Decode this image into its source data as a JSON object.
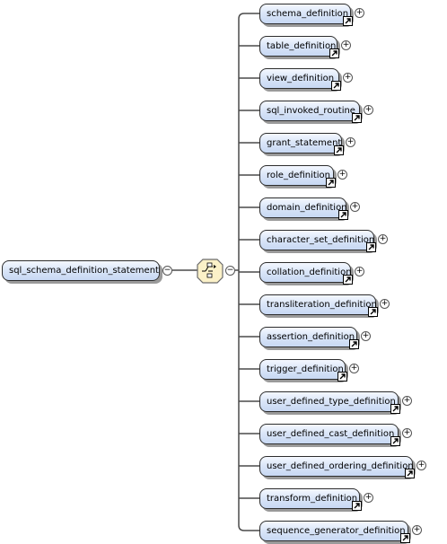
{
  "root": {
    "label": "sql_schema_definition_statement",
    "toggle": "−"
  },
  "compositor": {
    "type": "choice",
    "toggle": "−"
  },
  "children": [
    {
      "label": "schema_definition",
      "toggle": "+"
    },
    {
      "label": "table_definition",
      "toggle": "+"
    },
    {
      "label": "view_definition",
      "toggle": "+"
    },
    {
      "label": "sql_invoked_routine",
      "toggle": "+"
    },
    {
      "label": "grant_statement",
      "toggle": "+"
    },
    {
      "label": "role_definition",
      "toggle": "+"
    },
    {
      "label": "domain_definition",
      "toggle": "+"
    },
    {
      "label": "character_set_definition",
      "toggle": "+"
    },
    {
      "label": "collation_definition",
      "toggle": "+"
    },
    {
      "label": "transliteration_definition",
      "toggle": "+"
    },
    {
      "label": "assertion_definition",
      "toggle": "+"
    },
    {
      "label": "trigger_definition",
      "toggle": "+"
    },
    {
      "label": "user_defined_type_definition",
      "toggle": "+"
    },
    {
      "label": "user_defined_cast_definition",
      "toggle": "+"
    },
    {
      "label": "user_defined_ordering_definition",
      "toggle": "+"
    },
    {
      "label": "transform_definition",
      "toggle": "+"
    },
    {
      "label": "sequence_generator_definition",
      "toggle": "+"
    }
  ]
}
